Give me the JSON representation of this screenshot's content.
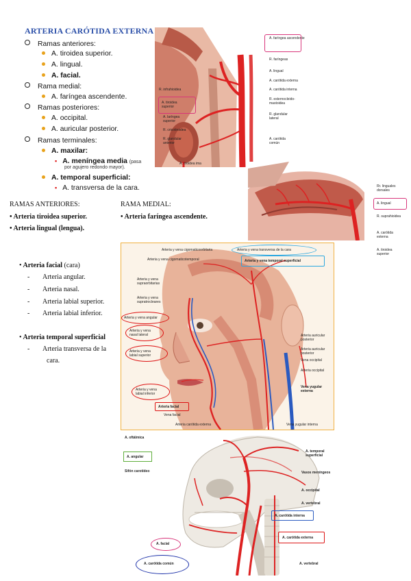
{
  "title": "ARTERIA CARÓTIDA EXTERNA",
  "outline": {
    "anteriores_label": "Ramas anteriores:",
    "anteriores": [
      "A. tiroidea superior.",
      "A. lingual.",
      "A. facial."
    ],
    "medial_label": "Rama medial:",
    "medial": [
      "A. faríngea ascendente."
    ],
    "posteriores_label": "Ramas posteriores:",
    "posteriores": [
      "A. occipital.",
      "A. auricular posterior."
    ],
    "terminales_label": "Ramas terminales:",
    "maxilar": "A. maxilar:",
    "meningea": "A. meníngea media",
    "meningea_note_1": "(pasa",
    "meningea_note_2": "por agujero redondo mayor).",
    "temporal": "A. temporal superficial:",
    "transversa": "A. transversa de la cara."
  },
  "ramas_anteriores": {
    "heading": "RAMAS ANTERIORES:",
    "items": [
      "Arteria tiroidea superior.",
      "Arteria lingual (lengua)."
    ]
  },
  "rama_medial": {
    "heading": "RAMA MEDIAL:",
    "items": [
      "Arteria faríngea ascendente."
    ]
  },
  "facial_section": {
    "heading": "Arteria facial",
    "heading_note": "(cara)",
    "items": [
      "Arteria angular.",
      "Arteria nasal.",
      "Arteria labial superior.",
      "Arteria labial inferior."
    ]
  },
  "temporal_section": {
    "heading": "Arteria temporal superficial",
    "items_1": "Arteria transversa de la",
    "items_2": "cara."
  },
  "fig1": {
    "labels": [
      "A. faríngea ascendente",
      "R. faríngeas",
      "A. lingual",
      "A. carótida externa",
      "A. carótida interna",
      "R. esternocleido-mastoidea",
      "R. glandular lateral",
      "A. carótida común",
      "R. infrahioidea",
      "A. tiroidea superior",
      "A. laríngea superior",
      "R. cricotiroidea",
      "R. glandular anterior",
      "A. tiroidea ima"
    ]
  },
  "fig2": {
    "labels": [
      "Rr. linguales dorsales",
      "A. lingual",
      "R. suprahioidea",
      "A. carótida externa",
      "A. tiroidea superior"
    ]
  },
  "fig3": {
    "labels_left": [
      "Arteria y vena supraorbitarias",
      "Arteria y vena supratrocleares",
      "Arteria y vena angular",
      "Arteria y vena nasal lateral",
      "Arteria y vena labial superior",
      "Arteria y vena labial inferior",
      "Arteria facial",
      "Vena facial"
    ],
    "labels_top": [
      "Arteria y vena cigomaticoorbitaria",
      "Arteria y vena cigomaticotemporal",
      "Arteria y vena transversa de la cara",
      "Arteria y vena temporal superficial"
    ],
    "labels_right": [
      "Arteria auricular posterior",
      "Arteria auricular posterior",
      "Vena occipital",
      "Arteria occipital",
      "Vena yugular externa"
    ],
    "labels_bottom": [
      "Arteria carótida externa",
      "Vena yugular interna"
    ]
  },
  "fig4": {
    "labels_left": [
      "A. oftálmica",
      "A. angular",
      "Sifón carotídeo",
      "A. facial",
      "A. carótida común"
    ],
    "labels_right": [
      "A. temporal superficial",
      "Vasos meníngeos",
      "A. occipital",
      "A. vertebral",
      "A. carótida interna",
      "A. carótida externa",
      "A. vertebral"
    ]
  },
  "colors": {
    "title_blue": "#2b4fa8",
    "bullet_orange": "#e8a21b",
    "bullet_red": "#dd1111",
    "box_pink": "#d8357a",
    "box_blue": "#2aa7e0",
    "box_green": "#5fae3b",
    "oval_navy": "#1a2fa8",
    "frame_orange": "#f0b040"
  }
}
